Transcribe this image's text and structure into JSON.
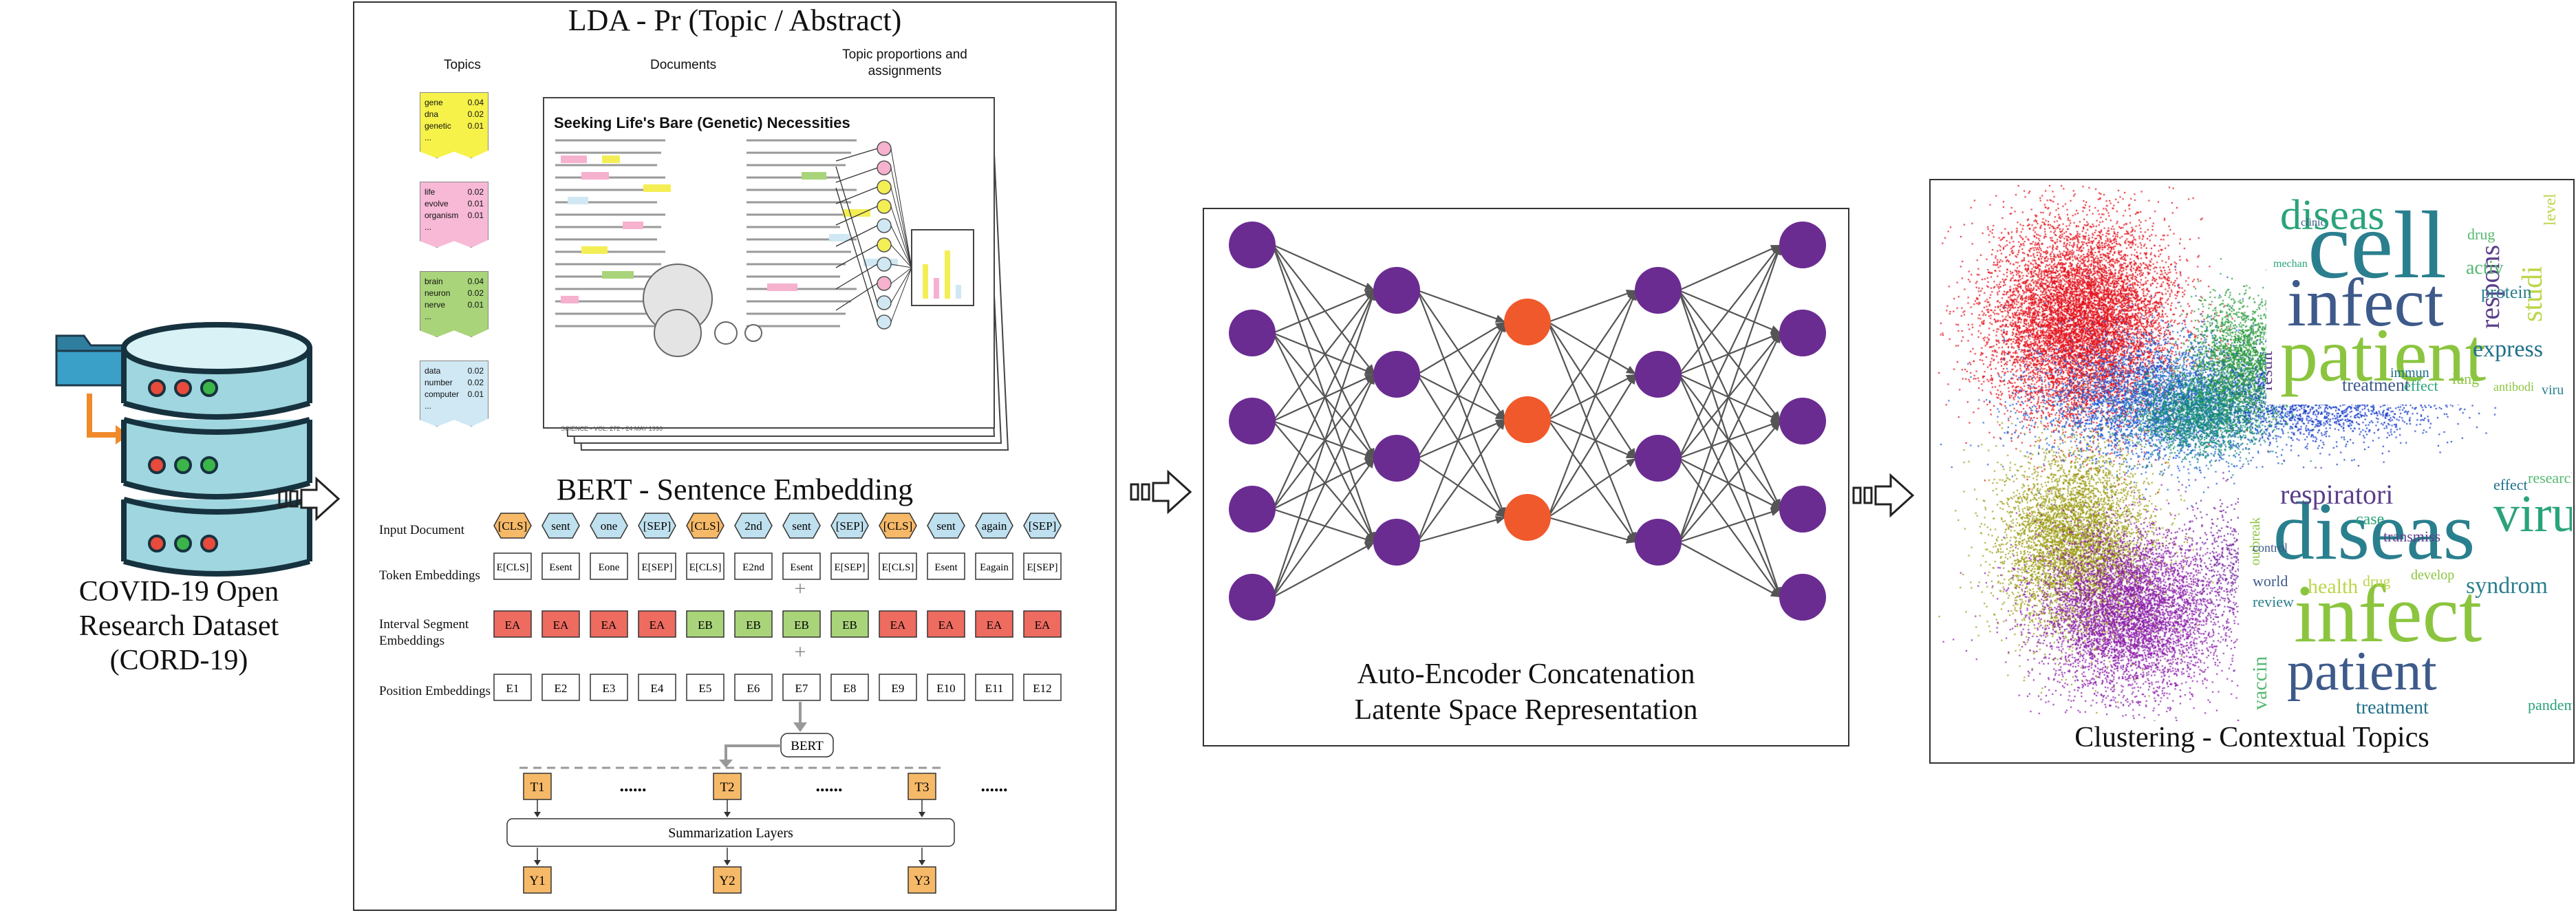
{
  "dataset": {
    "line1": "COVID-19 Open",
    "line2": "Research Dataset",
    "line3": "(CORD-19)"
  },
  "lda": {
    "title": "LDA - Pr (Topic / Abstract)",
    "col_topics": "Topics",
    "col_documents": "Documents",
    "col_proportions_1": "Topic proportions and",
    "col_proportions_2": "assignments",
    "topics": [
      {
        "color": "#f6f24a",
        "words": [
          "gene",
          "dna",
          "genetic",
          "..."
        ],
        "values": [
          "0.04",
          "0.02",
          "0.01",
          ""
        ]
      },
      {
        "color": "#f7b9d6",
        "words": [
          "life",
          "evolve",
          "organism",
          "..."
        ],
        "values": [
          "0.02",
          "0.01",
          "0.01",
          ""
        ]
      },
      {
        "color": "#a9d47a",
        "words": [
          "brain",
          "neuron",
          "nerve",
          "..."
        ],
        "values": [
          "0.04",
          "0.02",
          "0.01",
          ""
        ]
      },
      {
        "color": "#cfe8f4",
        "words": [
          "data",
          "number",
          "computer",
          "..."
        ],
        "values": [
          "0.02",
          "0.02",
          "0.01",
          ""
        ]
      }
    ],
    "doc_title": "Seeking Life's Bare (Genetic) Necessities",
    "doc_footer": "SCIENCE • VOL. 272 • 24 MAY 1996"
  },
  "bert": {
    "title": "BERT - Sentence Embedding",
    "row_input": "Input Document",
    "row_token": "Token Embeddings",
    "row_segment_1": "Interval Segment",
    "row_segment_2": "Embeddings",
    "row_position": "Position Embeddings",
    "tokens": [
      "[CLS]",
      "sent",
      "one",
      "[SEP]",
      "[CLS]",
      "2nd",
      "sent",
      "[SEP]",
      "[CLS]",
      "sent",
      "again",
      "[SEP]"
    ],
    "token_embeddings": [
      "E[CLS]",
      "Esent",
      "Eone",
      "E[SEP]",
      "E[CLS]",
      "E2nd",
      "Esent",
      "E[SEP]",
      "E[CLS]",
      "Esent",
      "Eagain",
      "E[SEP]"
    ],
    "segments": [
      "EA",
      "EA",
      "EA",
      "EA",
      "EB",
      "EB",
      "EB",
      "EB",
      "EA",
      "EA",
      "EA",
      "EA"
    ],
    "positions": [
      "E1",
      "E2",
      "E3",
      "E4",
      "E5",
      "E6",
      "E7",
      "E8",
      "E9",
      "E10",
      "E11",
      "E12"
    ],
    "bert_label": "BERT",
    "t_labels": [
      "T1",
      "T2",
      "T3"
    ],
    "dots": "......",
    "summarization": "Summarization Layers",
    "y_labels": [
      "Y1",
      "Y2",
      "Y3"
    ],
    "colors": {
      "cls": "#f6b968",
      "token": "#bfe0ee",
      "seg_a": "#ee6b60",
      "seg_b": "#a9d47a",
      "t": "#f6b968"
    }
  },
  "autoencoder": {
    "line1": "Auto-Encoder Concatenation",
    "line2": "Latente Space Representation",
    "colors": {
      "outer": "#6a2c91",
      "latent": "#f0592b"
    }
  },
  "clustering": {
    "title": "Clustering - Contextual Topics",
    "wordcloud_top": [
      "cell",
      "patient",
      "infect",
      "diseas",
      "respons",
      "studi",
      "express",
      "activ",
      "protein",
      "lung",
      "treatment",
      "effect",
      "result",
      "level",
      "immun",
      "drug",
      "viru",
      "antibodi",
      "clinic",
      "mechan"
    ],
    "wordcloud_bottom": [
      "diseas",
      "infect",
      "patient",
      "viru",
      "respiratori",
      "health",
      "treatment",
      "vaccin",
      "review",
      "outbreak",
      "world",
      "case",
      "transmiss",
      "drug",
      "effect",
      "research",
      "syndrom",
      "develop",
      "control",
      "pandem"
    ]
  }
}
